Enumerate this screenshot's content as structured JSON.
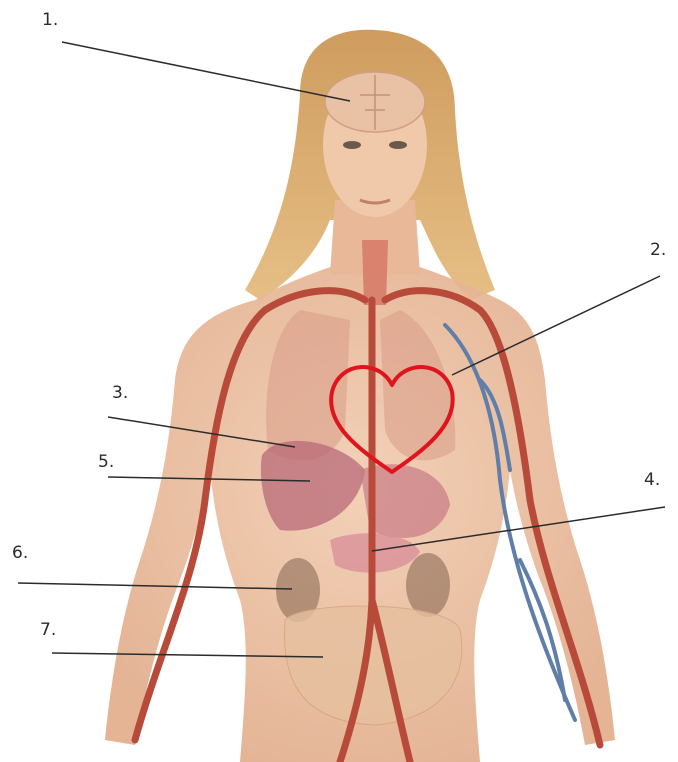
{
  "diagram": {
    "labels": [
      {
        "id": "1",
        "text": "1."
      },
      {
        "id": "2",
        "text": "2."
      },
      {
        "id": "3",
        "text": "3."
      },
      {
        "id": "4",
        "text": "4."
      },
      {
        "id": "5",
        "text": "5."
      },
      {
        "id": "6",
        "text": "6."
      },
      {
        "id": "7",
        "text": "7."
      }
    ],
    "colors": {
      "skin": "#eec3a5",
      "hair": "#d8a868",
      "artery": "#b84a3a",
      "vein": "#5f7fa8",
      "heart_outline": "#e0141c",
      "leader_line": "#2b2b2b",
      "background": "#ffffff"
    },
    "highlight_icon": "heart-outline-icon"
  }
}
